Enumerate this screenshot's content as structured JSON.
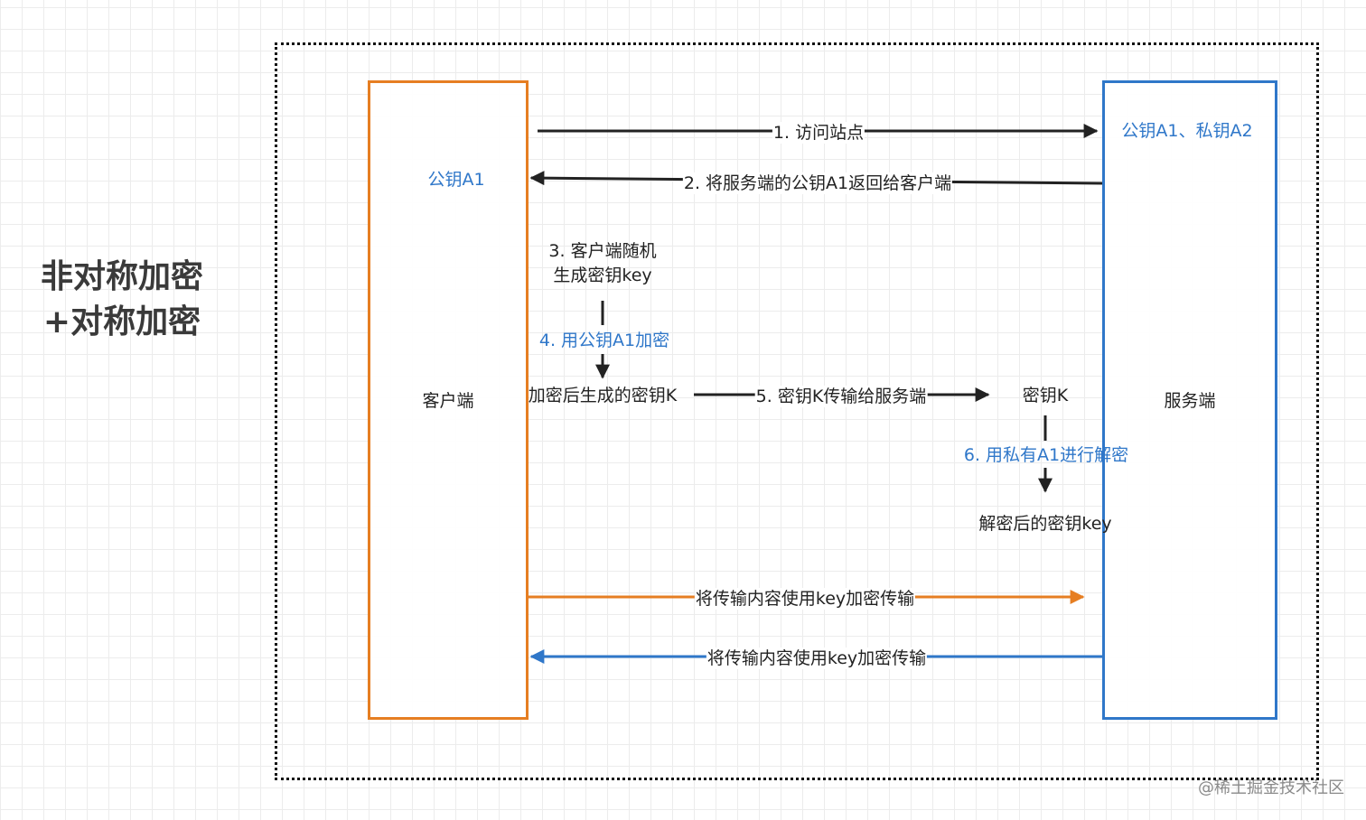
{
  "title": {
    "line1": "非对称加密",
    "line2": "+对称加密"
  },
  "client": {
    "label": "客户端",
    "key": "公钥A1"
  },
  "server": {
    "label": "服务端",
    "keys": "公钥A1、私钥A2"
  },
  "steps": {
    "s1": "1. 访问站点",
    "s2": "2. 将服务端的公钥A1返回给客户端",
    "s3_line1": "3. 客户端随机",
    "s3_line2": "生成密钥key",
    "s4": "4. 用公钥A1加密",
    "encrypted_key": "加密后生成的密钥K",
    "s5": "5. 密钥K传输给服务端",
    "server_key": "密钥K",
    "s6": "6. 用私有A1进行解密",
    "decrypted_key": "解密后的密钥key",
    "transfer_out": "将传输内容使用key加密传输",
    "transfer_in": "将传输内容使用key加密传输"
  },
  "colors": {
    "client": "#e67e22",
    "server": "#2f77c9",
    "arrow": "#222222"
  },
  "watermark": "@稀土掘金技术社区"
}
